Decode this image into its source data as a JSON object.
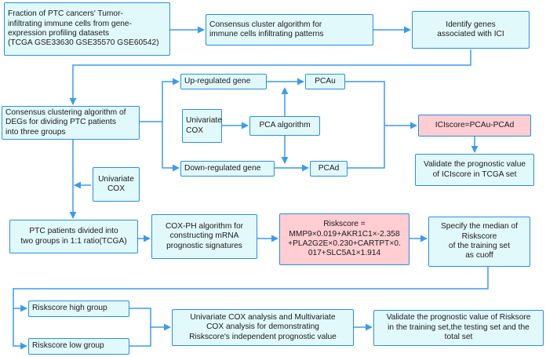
{
  "nodes": {
    "fraction": "Fraction of PTC cancers' Tumor-\ninfiltrating immune cells from gene-\nexpression profiling datasets\n(TCGA GSE33630 GSE35570 GSE60542)",
    "consensus_cluster": "Consensus cluster algorithm for\nimmune cells infiltrating patterns",
    "identify_genes": "Identify genes\nassociated with ICI",
    "consensus_degs": "Consensus clustering algorithm of\nDEGs for dividing PTC patients\ninto three groups",
    "up_regulated": "Up-regulated gene",
    "pcau": "PCAu",
    "univariate_cox_1": "Univariate\nCOX",
    "pca_algorithm": "PCA algorithm",
    "down_regulated": "Down-regulated gene",
    "pcad": "PCAd",
    "iciscore": "ICIscore=PCAu-PCAd",
    "validate_iciscore": "Validate the prognostic value\nof ICIscore in TCGA set",
    "univariate_cox_2": "Univariate\nCOX",
    "ptc_two_groups": "PTC patients divided into\ntwo groups in 1:1 ratio(TCGA)",
    "cox_ph": "COX-PH algorithm for\nconstructing mRNA\nprognostic signatures",
    "riskscore_formula": "Riskscore =\nMMP9×0.019+AKR1C1×-2.358\n+PLA2G2E×0.230+CARTPT×0.\n017+SLC5A1×1.914",
    "specify_median": "Specify the median of\nRiskscore\nof the training set\nas cuoff",
    "risk_high": "Riskscore high group",
    "risk_low": "Riskscore low group",
    "univariate_multivariate": "Univariate COX analysis and Multivariate\nCOX analysis for demonstrating\nRiskscore's independent prognostic value",
    "validate_riskscore": "Validate the prognostic value of Risksore\nin the training set,the testing set and the\ntotal set"
  },
  "colors": {
    "border": "#2a8fe0",
    "fill": "#e2f9fb",
    "highlight_fill": "#ffcdd2",
    "arrow": "#3d9be9"
  }
}
